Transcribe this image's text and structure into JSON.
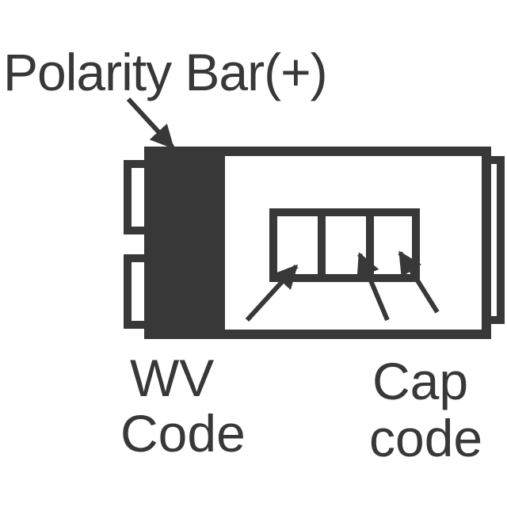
{
  "labels": {
    "polarity": "Polarity Bar(+)",
    "wv_line1": "WV",
    "wv_line2": "Code",
    "cap_line1": "Cap",
    "cap_line2": "code"
  },
  "colors": {
    "ink": "#383838",
    "background": "#ffffff"
  }
}
